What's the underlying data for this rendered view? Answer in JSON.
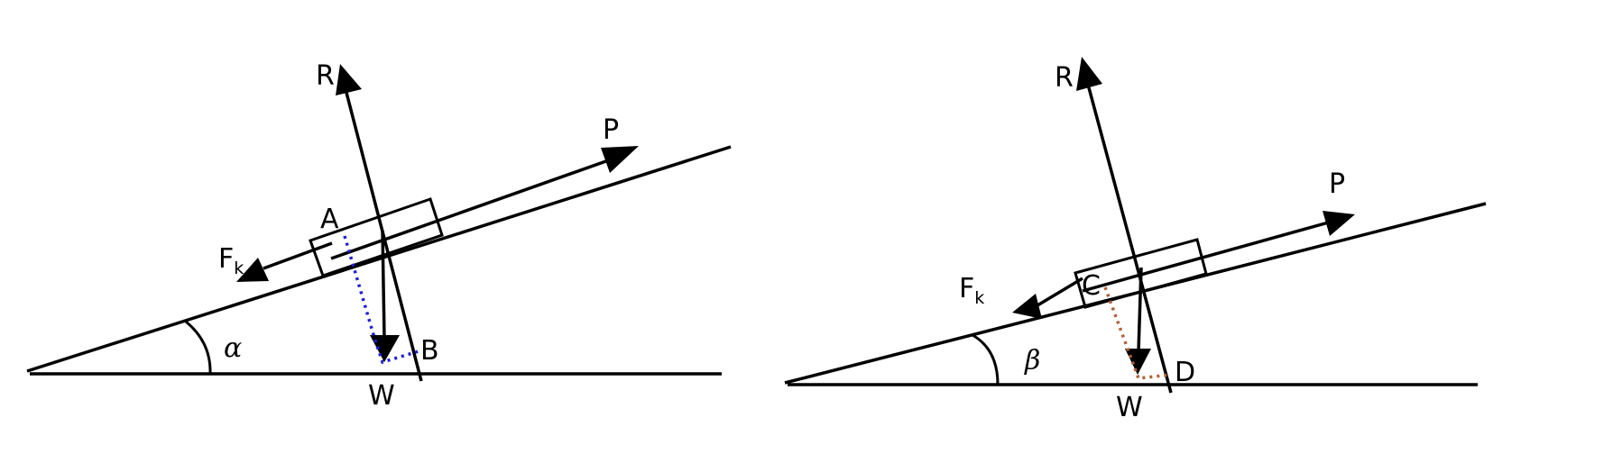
{
  "diagrams": [
    {
      "angle": "α",
      "labels": {
        "reaction": "R",
        "push": "P",
        "friction_main": "F",
        "friction_sub": "k",
        "weight": "W",
        "point_top": "A",
        "point_bottom": "B"
      },
      "projection_color": "#1f1fd6"
    },
    {
      "angle": "β",
      "labels": {
        "reaction": "R",
        "push": "P",
        "friction_main": "F",
        "friction_sub": "k",
        "weight": "W",
        "point_top": "C",
        "point_bottom": "D"
      },
      "projection_color": "#b0603a"
    }
  ],
  "colors": {
    "ink": "#000000",
    "background": "#ffffff"
  }
}
